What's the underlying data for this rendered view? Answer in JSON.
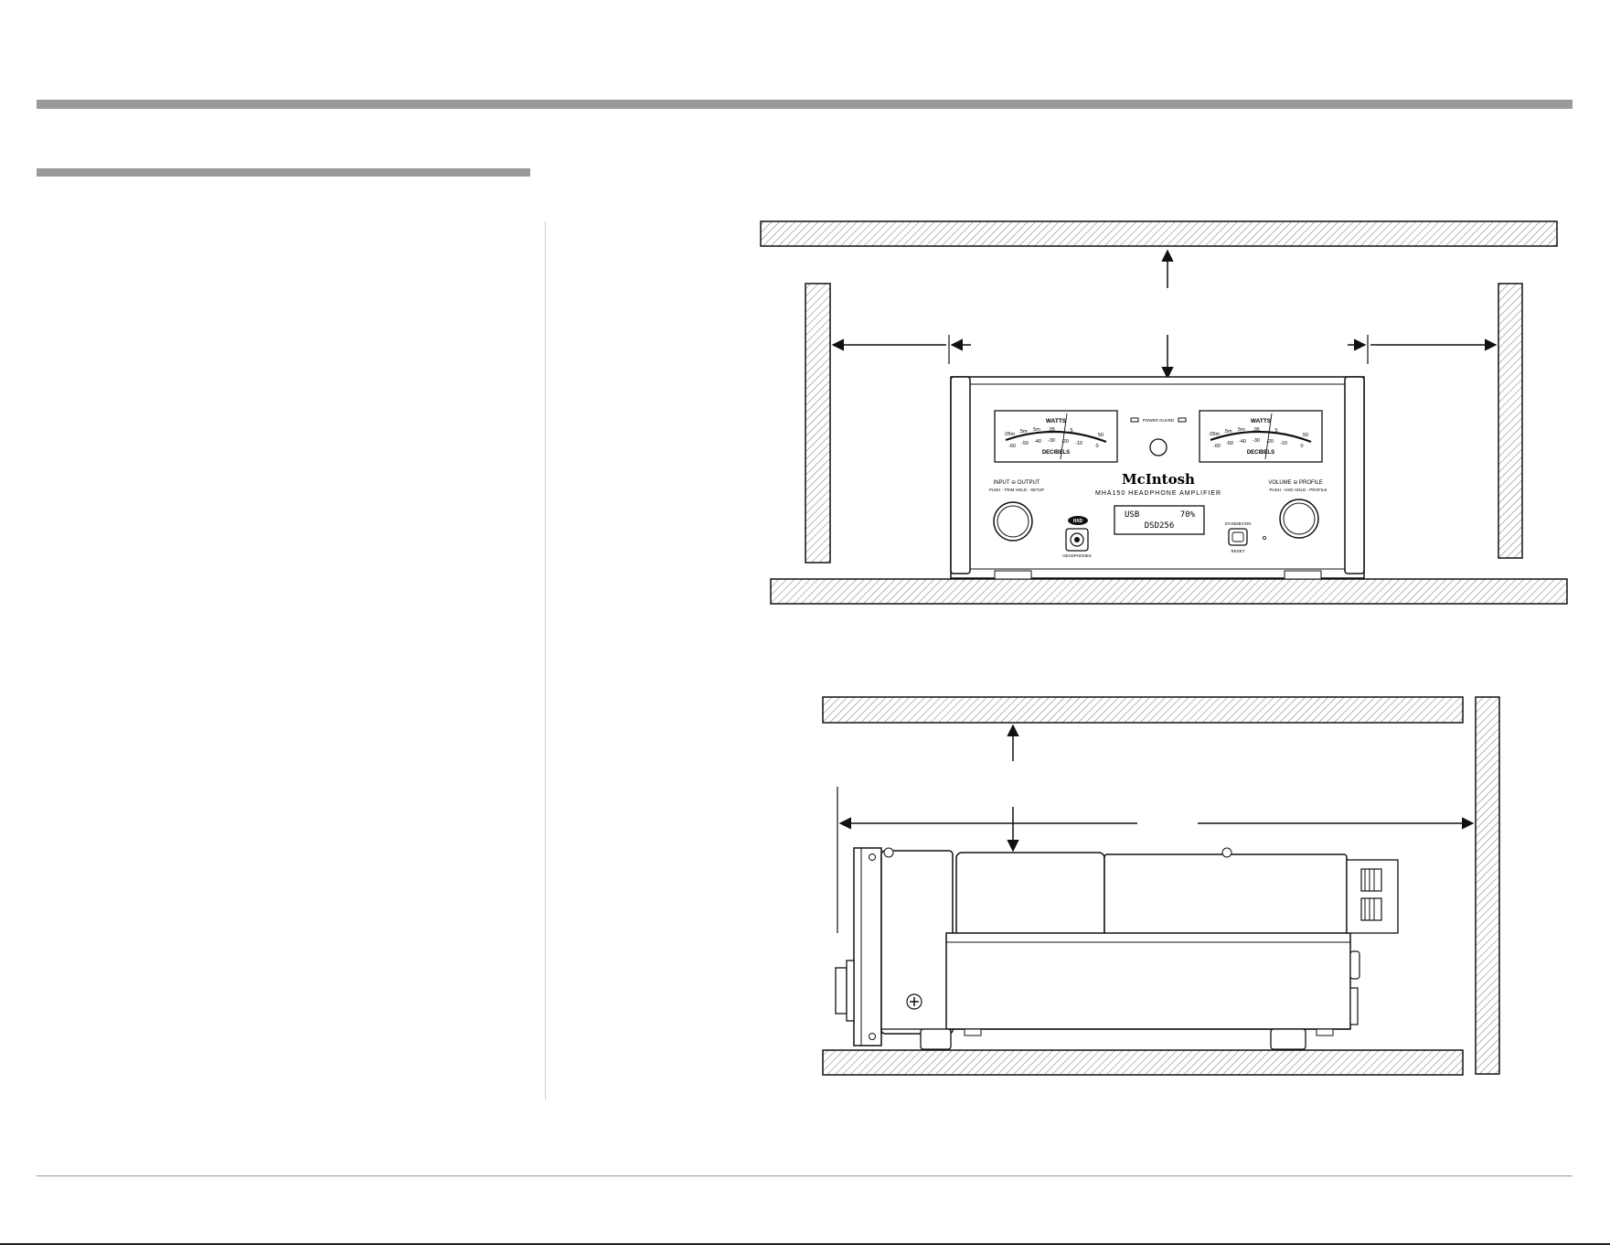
{
  "front_view": {
    "meter_left": {
      "watts_label": "WATTS",
      "decibels_label": "DECIBELS",
      "watts_scale": [
        ".05m",
        ".5m",
        "5m",
        ".05",
        "5",
        "50"
      ],
      "db_scale": [
        "-60",
        "-50",
        "-40",
        "-30",
        "-20",
        "-10",
        "0"
      ]
    },
    "meter_right": {
      "watts_label": "WATTS",
      "decibels_label": "DECIBELS",
      "watts_scale": [
        ".05m",
        ".5m",
        "5m",
        ".05",
        "5",
        "50"
      ],
      "db_scale": [
        "-60",
        "-50",
        "-40",
        "-30",
        "-20",
        "-10",
        "0"
      ]
    },
    "power_guard_label": "POWER GUARD",
    "brand": "McIntosh",
    "model_line": "MHA150 HEADPHONE AMPLIFIER",
    "input_label": "INPUT ⊖ OUTPUT",
    "input_sub": "PUSH - TRIM  HOLD - SETUP",
    "volume_label": "VOLUME ⊖ PROFILE",
    "volume_sub": "PUSH - HXD  HOLD - PROFILE",
    "hxd_label": "HXD",
    "headphones_label": "HEADPHONES",
    "display_line1_left": "USB",
    "display_line1_right": "70%",
    "display_line2": "DSD256",
    "standby_label": "STANDBY/ON",
    "reset_label": "RESET"
  },
  "colors": {
    "rule_gray": "#9a9a9a",
    "line": "#111111",
    "hatch": "#8a8a8a"
  }
}
